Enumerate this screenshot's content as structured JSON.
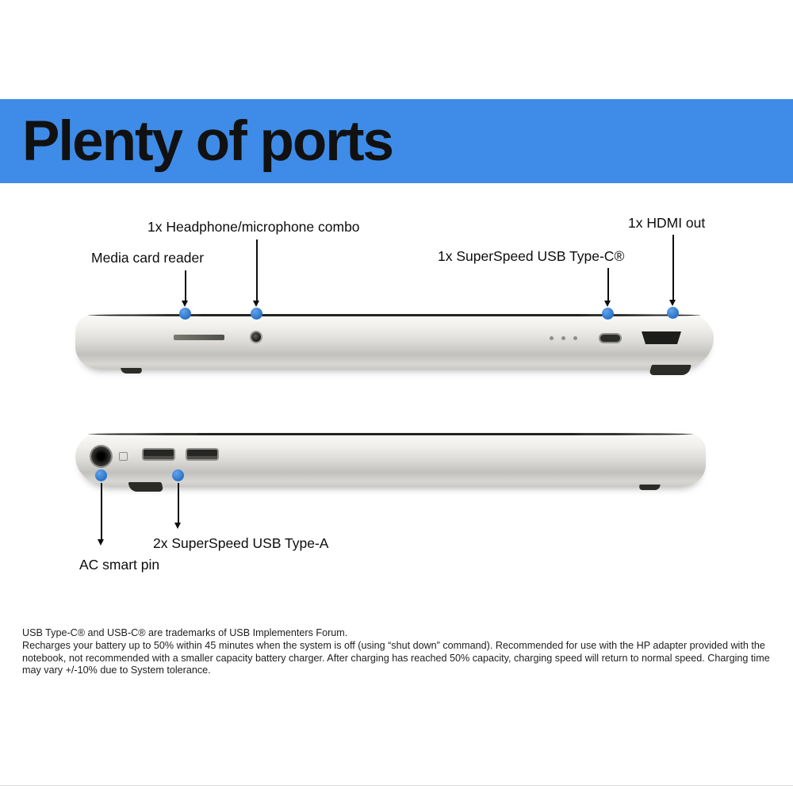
{
  "header": {
    "title": "Plenty of ports"
  },
  "colors": {
    "header_bg": "#3e8ce8",
    "callout_dot": "#2a72c8"
  },
  "callouts_top": [
    {
      "label": "Media card reader"
    },
    {
      "label": "1x Headphone/microphone combo"
    },
    {
      "label": "1x SuperSpeed USB Type-C®"
    },
    {
      "label": "1x HDMI out"
    }
  ],
  "callouts_bottom": [
    {
      "label": "2x SuperSpeed USB Type-A"
    },
    {
      "label": "AC smart pin"
    }
  ],
  "ports_top_icons": [
    "sd-card-slot",
    "headphone-jack",
    "status-leds",
    "usb-c-port",
    "hdmi-port"
  ],
  "ports_bottom_icons": [
    "ac-power-jack",
    "usb-a-port",
    "usb-a-port"
  ],
  "footnotes": {
    "line1": "USB Type-C® and USB-C® are trademarks of USB Implementers Forum.",
    "body": "Recharges your battery up to 50% within 45 minutes when the system is off (using “shut down” command). Recommended for use with the HP adapter provided with the notebook, not recommended with a smaller capacity battery charger. After charging has reached 50% capacity, charging speed will return to normal speed. Charging time may vary +/-10% due to System tolerance."
  }
}
